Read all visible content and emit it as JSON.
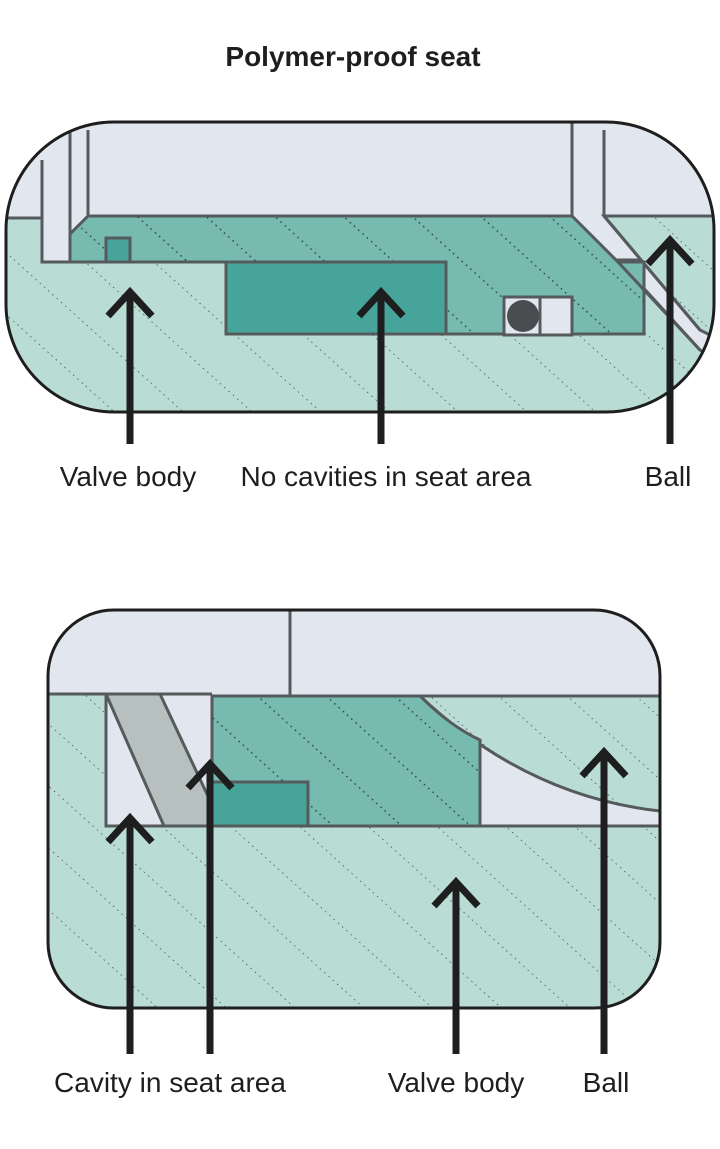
{
  "title": "Polymer-proof seat",
  "top_diagram": {
    "labels": {
      "valve_body": "Valve body",
      "no_cavities": "No cavities in seat area",
      "ball": "Ball"
    }
  },
  "bottom_diagram": {
    "labels": {
      "cavity": "Cavity in seat area",
      "valve_body": "Valve body",
      "ball": "Ball"
    }
  },
  "colors": {
    "body_fill": "#b9dcd4",
    "seat_fill": "#77bab0",
    "insert_fill": "#46a49a",
    "void_fill": "#e2e6ee",
    "gray_part": "#b6c0bf",
    "outline": "#555a5c",
    "arrow": "#1e1e1e",
    "ball_marker": "#4a4d50"
  }
}
